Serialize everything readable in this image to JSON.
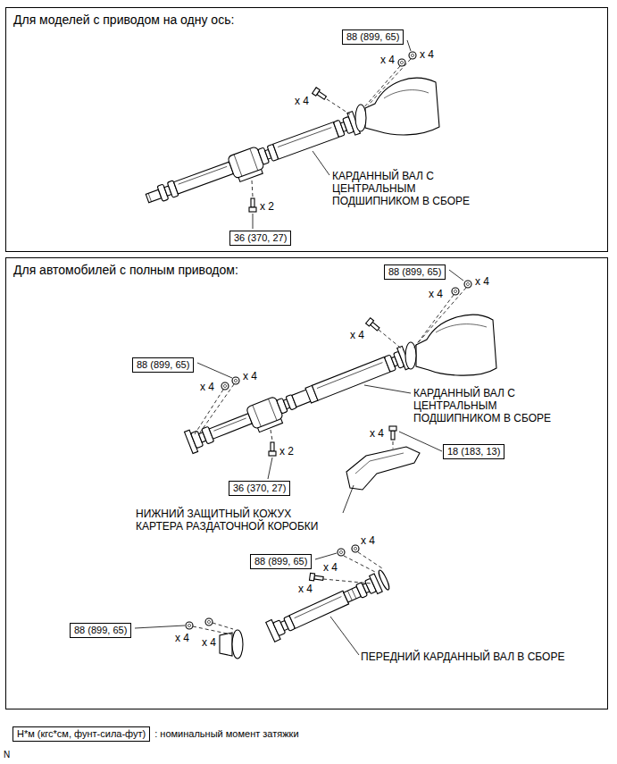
{
  "diagram": {
    "nodes": [
      {
        "text": [
          "Для моделей с приводом на одну ось:"
        ]
      },
      {
        "text": [
          "88 (899, 65)"
        ],
        "in": 0
      },
      {
        "text": [
          "36 (370, 27)"
        ],
        "in": 0
      },
      {
        "text": [
          "Для автомобилей с полным приводом:"
        ]
      },
      {
        "text": [
          "88 (899, 65)"
        ],
        "in": 3
      },
      {
        "text": [
          "88 (899, 65)"
        ],
        "in": 3
      },
      {
        "text": [
          "18 (183, 13)"
        ],
        "in": 3
      },
      {
        "text": [
          "36 (370, 27)"
        ],
        "in": 3
      },
      {
        "text": [
          "88 (899, 65)"
        ],
        "in": 3
      },
      {
        "text": [
          "88 (899, 65)"
        ],
        "in": 3
      },
      {
        "text": [
          "Н*м (кгс*см, фунт-сила-фут)",
          ": номинальный момент затяжки"
        ]
      }
    ],
    "labels": [
      "x 4",
      "x 4",
      "x 4",
      "КАРДАННЫЙ ВАЛ С ЦЕНТРАЛЬНЫМ ПОДШИПНИКОМ В СБОРЕ",
      "x 2",
      "x 4",
      "x 4",
      "x 4",
      "x 4",
      "x 4",
      "КАРДАННЫЙ ВАЛ С ЦЕНТРАЛЬНЫМ ПОДШИПНИКОМ В СБОРЕ",
      "x 4",
      "x 2",
      "НИЖНИЙ ЗАЩИТНЫЙ КОЖУХ КАРТЕРА РАЗДАТОЧНОЙ КОРОБКИ",
      "x 4",
      "x 4",
      "x 4",
      "x 4",
      "x 4",
      "ПЕРЕДНИЙ КАРДАННЫЙ ВАЛ В СБОРЕ",
      "N"
    ]
  }
}
